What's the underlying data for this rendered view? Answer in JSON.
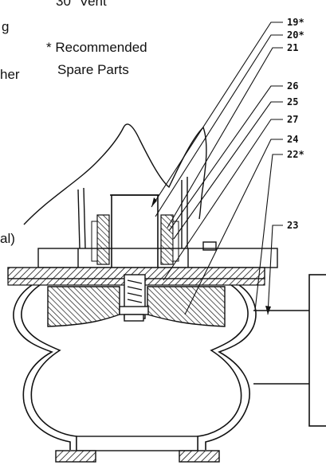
{
  "text_fragments": {
    "top_vent": "30\" Vent",
    "left_g": "g",
    "left_her": "her",
    "left_al": "al)"
  },
  "note": {
    "line1": "* Recommended",
    "line2": "Spare Parts"
  },
  "callouts": [
    "19*",
    "20*",
    "21",
    "26",
    "25",
    "27",
    "24",
    "22*",
    "23"
  ],
  "colors": {
    "ink": "#111111",
    "background": "#ffffff"
  }
}
